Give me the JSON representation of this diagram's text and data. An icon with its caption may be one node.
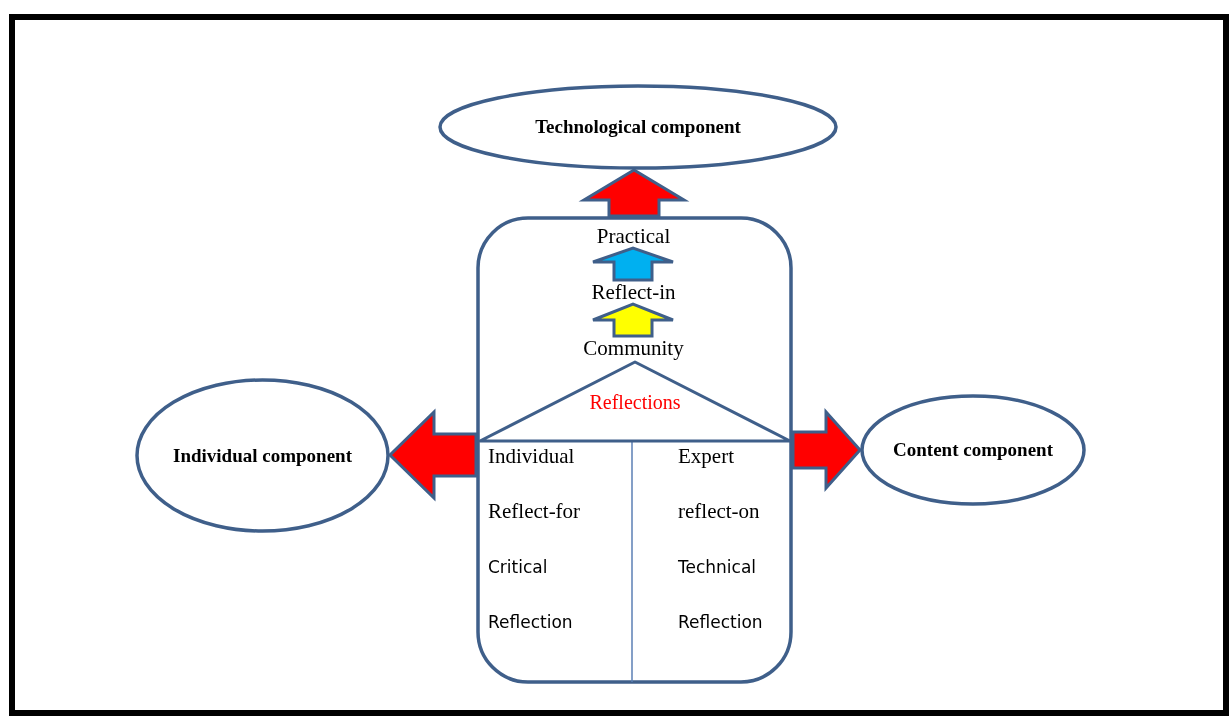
{
  "diagram": {
    "nodes": [
      {
        "text": [
          "Technological component"
        ]
      },
      {
        "text": [
          "Individual component"
        ]
      },
      {
        "text": [
          "Content component"
        ]
      },
      {
        "text": [],
        "shape": "box"
      },
      {
        "text": [
          "Practical"
        ],
        "in": 3
      },
      {
        "text": [
          "Reflect-in"
        ],
        "in": 3
      },
      {
        "text": [
          "Community"
        ],
        "in": 3
      },
      {
        "text": [
          "Reflections"
        ],
        "in": 3
      },
      {
        "text": [
          "Individual",
          "Reflect-for",
          "Critical",
          "Reflection"
        ],
        "in": 3
      },
      {
        "text": [
          "Expert",
          "reflect-on",
          "Technical",
          "Reflection"
        ],
        "in": 3
      }
    ],
    "edges": [
      {
        "from": 3,
        "to": 0,
        "arrow": "to",
        "style": "thick"
      },
      {
        "from": 5,
        "to": 4,
        "arrow": "to",
        "style": "thick",
        "color": "#00b0f0"
      },
      {
        "from": 6,
        "to": 5,
        "arrow": "to",
        "style": "thick",
        "color": "#ffff00"
      },
      {
        "from": 3,
        "to": 1,
        "arrow": "to",
        "style": "thick"
      },
      {
        "from": 3,
        "to": 2,
        "arrow": "to",
        "style": "thick"
      }
    ]
  }
}
